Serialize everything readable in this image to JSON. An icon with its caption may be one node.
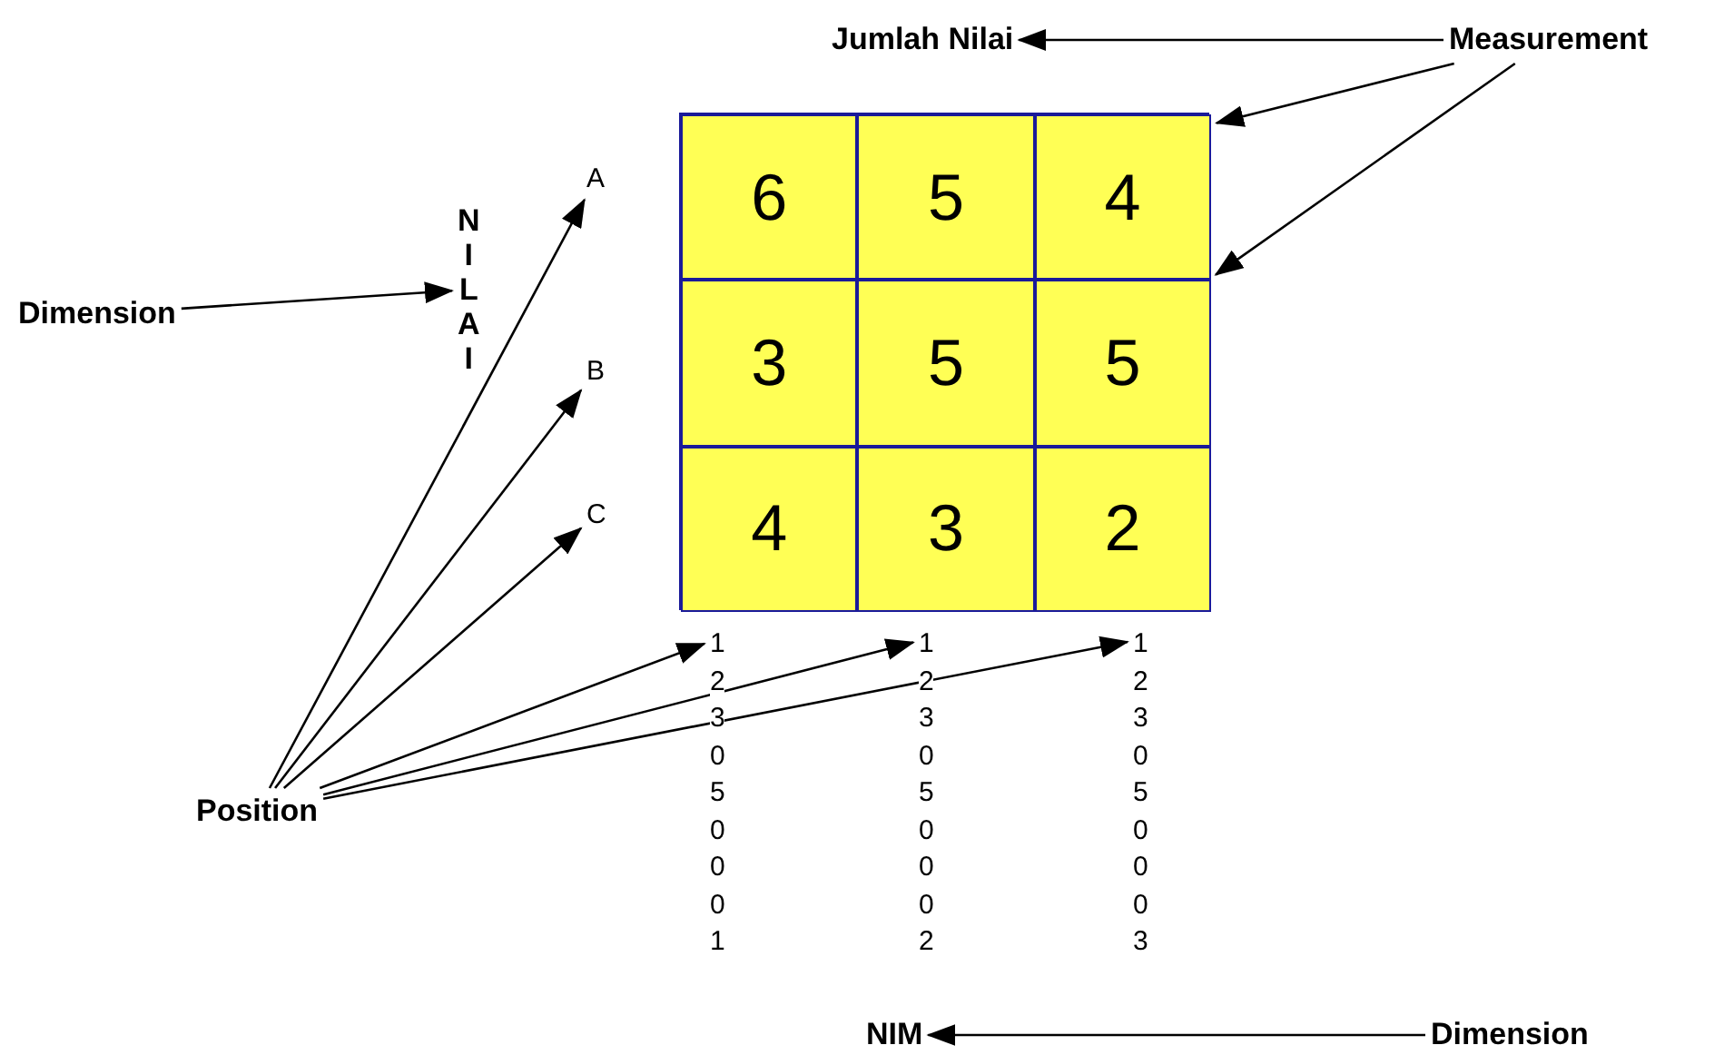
{
  "diagram": {
    "nodes": [
      {
        "text": [
          "Jumlah Nilai"
        ]
      },
      {
        "text": [
          "Measurement"
        ]
      },
      {
        "text": [
          "Dimension"
        ]
      },
      {
        "text": [
          "NILAI"
        ]
      },
      {
        "text": [
          "A"
        ]
      },
      {
        "text": [
          "B"
        ]
      },
      {
        "text": [
          "C"
        ]
      },
      {
        "text": [],
        "shape": "box"
      },
      {
        "text": [
          "6"
        ],
        "in": 7
      },
      {
        "text": [
          "5"
        ],
        "in": 7
      },
      {
        "text": [
          "4"
        ],
        "in": 7
      },
      {
        "text": [
          "3"
        ],
        "in": 7
      },
      {
        "text": [
          "5"
        ],
        "in": 7
      },
      {
        "text": [
          "5"
        ],
        "in": 7
      },
      {
        "text": [
          "4"
        ],
        "in": 7
      },
      {
        "text": [
          "3"
        ],
        "in": 7
      },
      {
        "text": [
          "2"
        ],
        "in": 7
      },
      {
        "text": [
          "123050001"
        ]
      },
      {
        "text": [
          "123050002"
        ]
      },
      {
        "text": [
          "123050003"
        ]
      },
      {
        "text": [
          "Position"
        ]
      },
      {
        "text": [
          "NIM"
        ]
      },
      {
        "text": [
          "Dimension"
        ]
      }
    ],
    "edges": [
      {
        "from": 1,
        "to": 0,
        "arrow": "to"
      },
      {
        "from": 1,
        "to": 10,
        "arrow": "to"
      },
      {
        "from": 1,
        "to": 13,
        "arrow": "to"
      },
      {
        "from": 2,
        "to": 3,
        "arrow": "to"
      },
      {
        "from": 20,
        "to": 4,
        "arrow": "to"
      },
      {
        "from": 20,
        "to": 5,
        "arrow": "to"
      },
      {
        "from": 20,
        "to": 6,
        "arrow": "to"
      },
      {
        "from": 20,
        "to": 17,
        "arrow": "to"
      },
      {
        "from": 20,
        "to": 18,
        "arrow": "to"
      },
      {
        "from": 20,
        "to": 19,
        "arrow": "to"
      },
      {
        "from": 22,
        "to": 21,
        "arrow": "to"
      }
    ]
  }
}
